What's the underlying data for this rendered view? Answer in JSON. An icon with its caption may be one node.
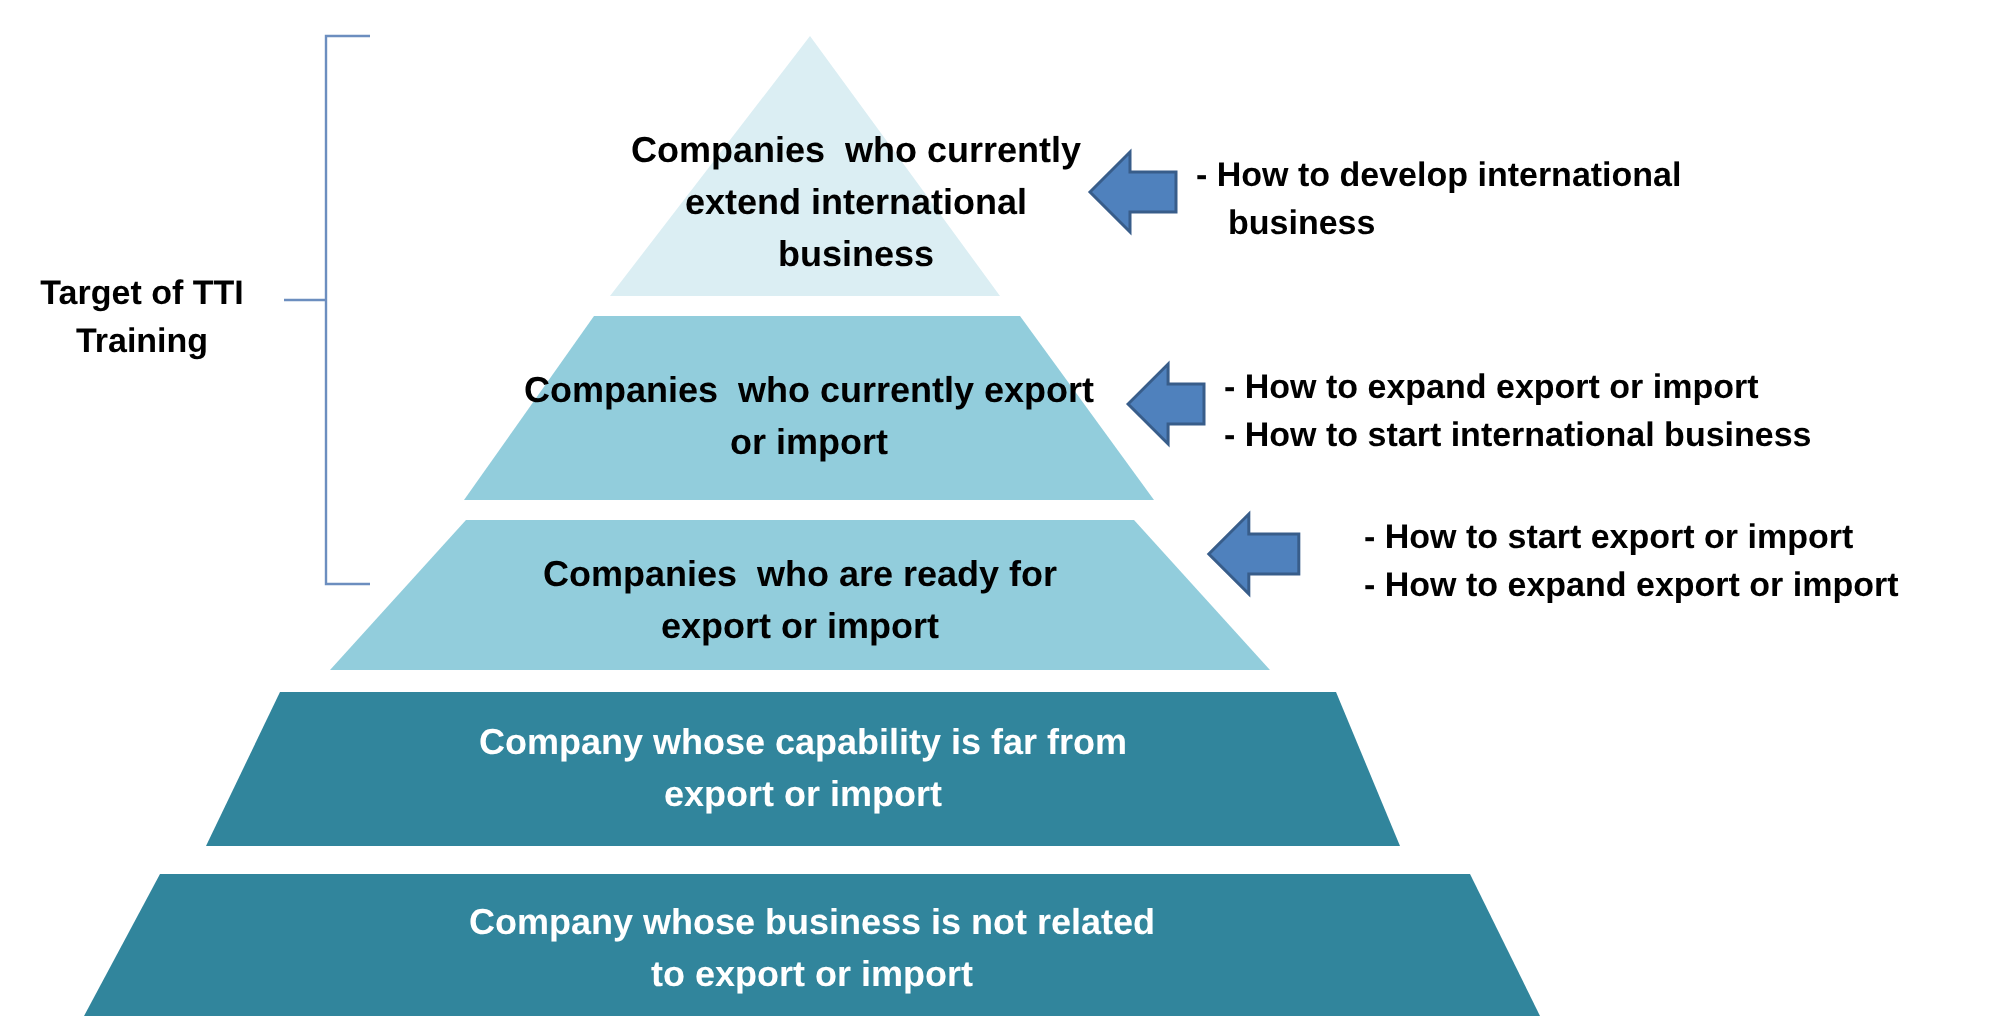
{
  "diagram": {
    "nodes": [
      {
        "text": [
          "Companies  who currently extend international business"
        ]
      },
      {
        "text": [
          "Companies  who currently export or import"
        ]
      },
      {
        "text": [
          "Companies  who are ready for export or import"
        ]
      },
      {
        "text": [
          "Company whose capability is far from export or import"
        ]
      },
      {
        "text": [
          "Company whose business is not related to export or import"
        ]
      },
      {
        "text": [
          "- How to develop international business"
        ]
      },
      {
        "text": [
          "- How to expand export or import",
          "- How to start international business"
        ]
      },
      {
        "text": [
          "- How to start export or import",
          "- How to expand export or import"
        ]
      }
    ],
    "edges": [
      {
        "from": 5,
        "to": 0,
        "arrow": "to"
      },
      {
        "from": 6,
        "to": 1,
        "arrow": "to"
      },
      {
        "from": 7,
        "to": 2,
        "arrow": "to"
      }
    ],
    "labels": [
      "Target of TTI Training"
    ]
  }
}
